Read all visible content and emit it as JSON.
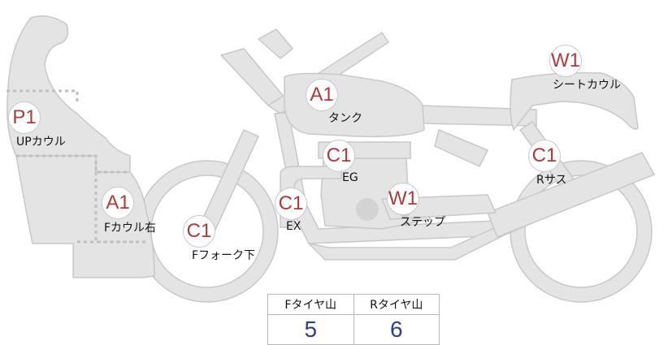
{
  "badges": {
    "upcowl_code": "P1",
    "fcowl_right_code": "A1",
    "ffork_code": "C1",
    "tank_code": "A1",
    "eg_code": "C1",
    "ex_code": "C1",
    "step_code": "W1",
    "seatcowl_code": "W1",
    "rsus_code": "C1"
  },
  "labels": {
    "upcowl": "UPカウル",
    "fcowl_right": "Fカウル右",
    "ffork": "Fフォーク下",
    "tank": "タンク",
    "eg": "EG",
    "ex": "EX",
    "step": "ステップ",
    "seatcowl": "シートカウル",
    "rsus": "Rサス"
  },
  "tread": {
    "front_header": "Fタイヤ山",
    "rear_header": "Rタイヤ山",
    "front_value": "5",
    "rear_value": "6"
  },
  "colors": {
    "part_fill": "#e4e4e4",
    "part_stroke": "#c8c8c8",
    "code_text": "#b03a3a",
    "value_text": "#2e3f86"
  }
}
